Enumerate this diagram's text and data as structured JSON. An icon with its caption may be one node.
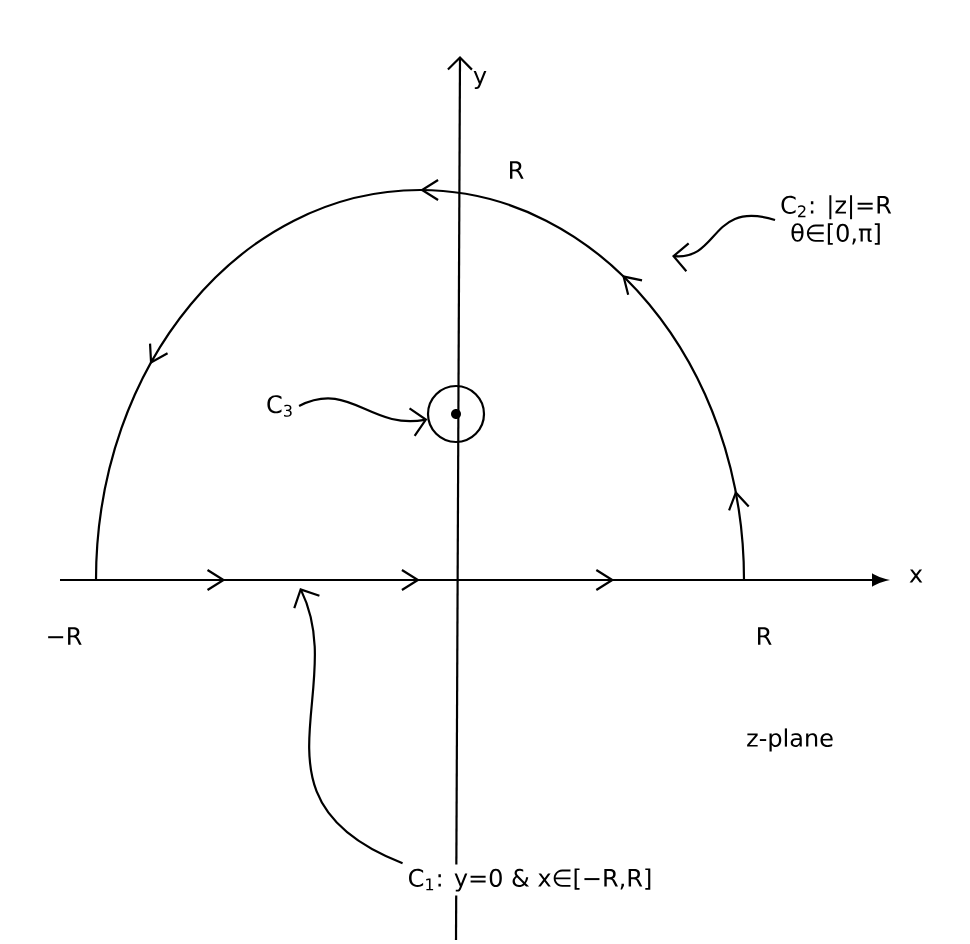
{
  "diagram": {
    "nodes": [
      {
        "text": [
          "C$_{2}$: |z|=R",
          "θ∈[0,π]"
        ]
      },
      {
        "text": [
          "C$_{3}$"
        ]
      },
      {
        "text": [],
        "shape": "circle"
      },
      {
        "text": [
          "C$_{1}$: y=0 & x∈[−R,R]"
        ]
      }
    ],
    "edges": [
      {
        "from": 0,
        "to": null,
        "arrow": "to"
      },
      {
        "from": 1,
        "to": 2,
        "arrow": "to"
      },
      {
        "from": 3,
        "to": null,
        "arrow": "to"
      }
    ],
    "labels": [
      "y",
      "R",
      "x",
      "−R",
      "R",
      "z-plane"
    ]
  }
}
